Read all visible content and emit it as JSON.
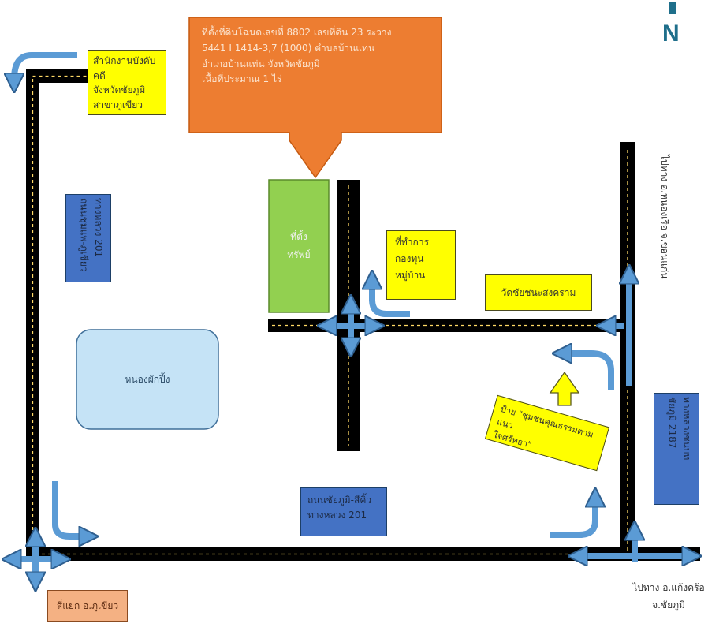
{
  "north": {
    "symbol": "N"
  },
  "site_info": {
    "lines": [
      "ที่ตั้งที่ดินโฉนดเลขที่ 8802 เลขที่ดิน 23 ระวาง",
      "5441 I 1414-3,7 (1000) ตำบลบ้านแท่น",
      "อำเภอบ้านแท่น จังหวัดชัยภูมิ",
      "เนื้อที่ประมาณ 1 ไร่"
    ]
  },
  "land_office": {
    "lines": [
      "สำนักงานบังคับคดี",
      "จังหวัดชัยภูมิ",
      "สาขาภูเขียว"
    ]
  },
  "highway_left": {
    "lines": [
      "ทางหลวง 201",
      "ถนนชุมแพ-ภูเขียว"
    ]
  },
  "pond": {
    "label": "หนองผักปิ้ง"
  },
  "property": {
    "lines": [
      "ที่ตั้ง",
      "ทรัพย์"
    ]
  },
  "village_fund": {
    "lines": [
      "ที่ทำการ",
      "กองทุน",
      "หมู่บ้าน"
    ]
  },
  "temple": {
    "label": "วัดชัยชนะสงคราม"
  },
  "to_nongrua": {
    "label": "ไปทาง อ.หนองเรือ จ.ขอนแก่น"
  },
  "sign": {
    "lines": [
      "ป้าย \"ชุมชนคุณธรรมตามแนว",
      "ใจศรัทธา\""
    ]
  },
  "highway_right": {
    "lines": [
      "ทางหลวงชนบท",
      "ชัยภูมิ 2187"
    ]
  },
  "highway_bottom": {
    "lines": [
      "ถนนชัยภูมิ-สีคิ้ว",
      "ทางหลวง 201"
    ]
  },
  "to_kaset": {
    "lines": [
      "ไปทาง อ.แก้งคร้อ",
      "จ.ชัยภูมิ"
    ]
  },
  "junction": {
    "label": "สี่แยก อ.ภูเขียว"
  },
  "colors": {
    "road": "#000000",
    "lane": "#ffd966",
    "arrow": "#5b9bd5",
    "pond": "#c5e3f6",
    "property": "#92d050"
  }
}
